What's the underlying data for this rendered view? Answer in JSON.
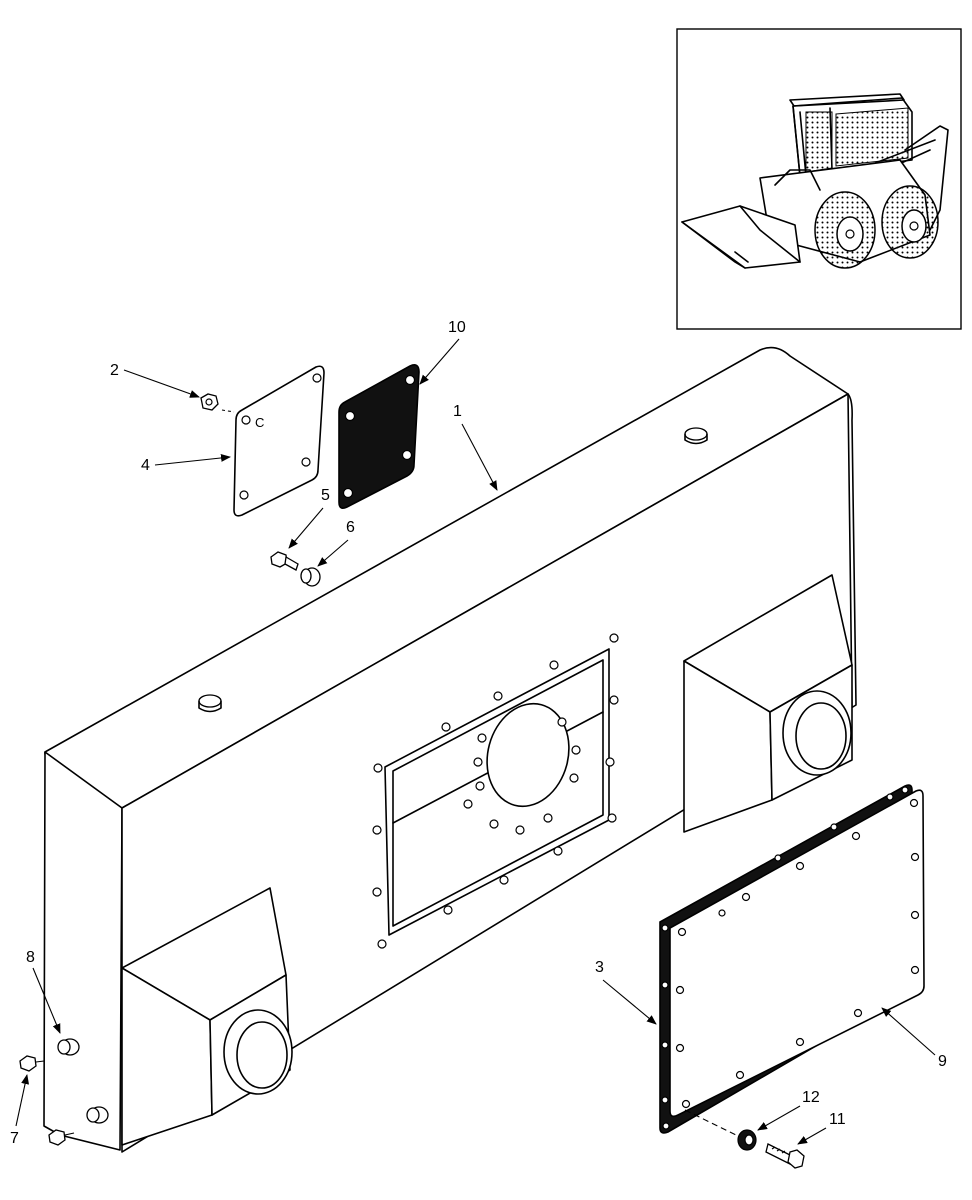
{
  "diagram": {
    "callouts": [
      {
        "id": "c1",
        "label": "1"
      },
      {
        "id": "c2",
        "label": "2"
      },
      {
        "id": "c3",
        "label": "3"
      },
      {
        "id": "c4",
        "label": "4"
      },
      {
        "id": "c5",
        "label": "5"
      },
      {
        "id": "c6",
        "label": "6"
      },
      {
        "id": "c7",
        "label": "7"
      },
      {
        "id": "c8",
        "label": "8"
      },
      {
        "id": "c9",
        "label": "9"
      },
      {
        "id": "c10",
        "label": "10"
      },
      {
        "id": "c11",
        "label": "11"
      },
      {
        "id": "c12",
        "label": "12"
      }
    ],
    "cover_mark": "C"
  }
}
